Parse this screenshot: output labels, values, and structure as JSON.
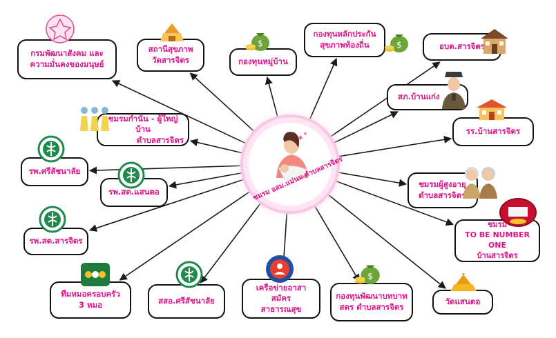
{
  "colors": {
    "text": "#e0128a",
    "border": "#111111",
    "line": "#1a1a1a"
  },
  "center": {
    "label": "ชมรม อสม.แม่นม ตำบลสารจิตร",
    "icon": "mother-with-baby-icon"
  },
  "nodes": [
    {
      "id": "social-dev",
      "lines": [
        "กรมพัฒนาสังคม และ",
        "ความมั่นคงของมนุษย์"
      ],
      "icon": "ministry-seal-icon"
    },
    {
      "id": "health-station",
      "lines": [
        "สถานีสุขภาพ",
        "วัดสารจิตร"
      ],
      "icon": "temple-icon"
    },
    {
      "id": "village-fund",
      "lines": [
        "กองทุนหมู่บ้าน"
      ],
      "icon": "money-bag-icon"
    },
    {
      "id": "local-health-fund",
      "lines": [
        "กองทุนหลักประกัน",
        "สุขภาพท้องถิ่น"
      ],
      "icon": "money-bag-icon"
    },
    {
      "id": "sao",
      "lines": [
        "อบต.สารจิตร"
      ],
      "icon": "house-icon"
    },
    {
      "id": "police",
      "lines": [
        "สภ.บ้านแก่ง"
      ],
      "icon": "police-officer-icon"
    },
    {
      "id": "school",
      "lines": [
        "รร.บ้านสารจิตร"
      ],
      "icon": "school-icon"
    },
    {
      "id": "elderly-club",
      "lines": [
        "ชมรมผู้สูงอายุ",
        "ตำบลสารจิตร"
      ],
      "icon": "elderly-couple-icon"
    },
    {
      "id": "tbno1",
      "lines": [
        "ชมรม",
        "TO BE NUMBER ONE",
        "บ้านสารจิตร"
      ],
      "icon": "tbno1-badge-icon"
    },
    {
      "id": "wat-saentor",
      "lines": [
        "วัดแสนตอ"
      ],
      "icon": "golden-pagoda-icon"
    },
    {
      "id": "women-fund",
      "lines": [
        "กองทุนพัฒนาบทบาท",
        "สตร ตำบลสารจิตร"
      ],
      "icon": "money-bag-icon"
    },
    {
      "id": "vhv-network",
      "lines": [
        "เครือข่ายอาสาสมัคร",
        "สาธารณสุข"
      ],
      "icon": "vhv-logo-icon"
    },
    {
      "id": "district-health",
      "lines": [
        "สสอ.ศรีสัชนาลัย"
      ],
      "icon": "moph-logo-icon"
    },
    {
      "id": "family-doctor",
      "lines": [
        "ทีมหมอครอบครัว",
        "3 หมอ"
      ],
      "icon": "three-doctors-logo-icon"
    },
    {
      "id": "sarajit-hpv",
      "lines": [
        "รพ.สต.สารจิตร"
      ],
      "icon": "moph-logo-icon"
    },
    {
      "id": "saentor-hpv",
      "lines": [
        "รพ.สต.แสนตอ"
      ],
      "icon": "moph-logo-icon"
    },
    {
      "id": "hospital",
      "lines": [
        "รพ.ศรีสัชนาลัย"
      ],
      "icon": "moph-logo-icon"
    },
    {
      "id": "headmen-club",
      "lines": [
        "ชมรมกำนัน - ผู้ใหญ่บ้าน",
        "ตำบลสารจิตร"
      ],
      "icon": "people-group-icon"
    }
  ]
}
